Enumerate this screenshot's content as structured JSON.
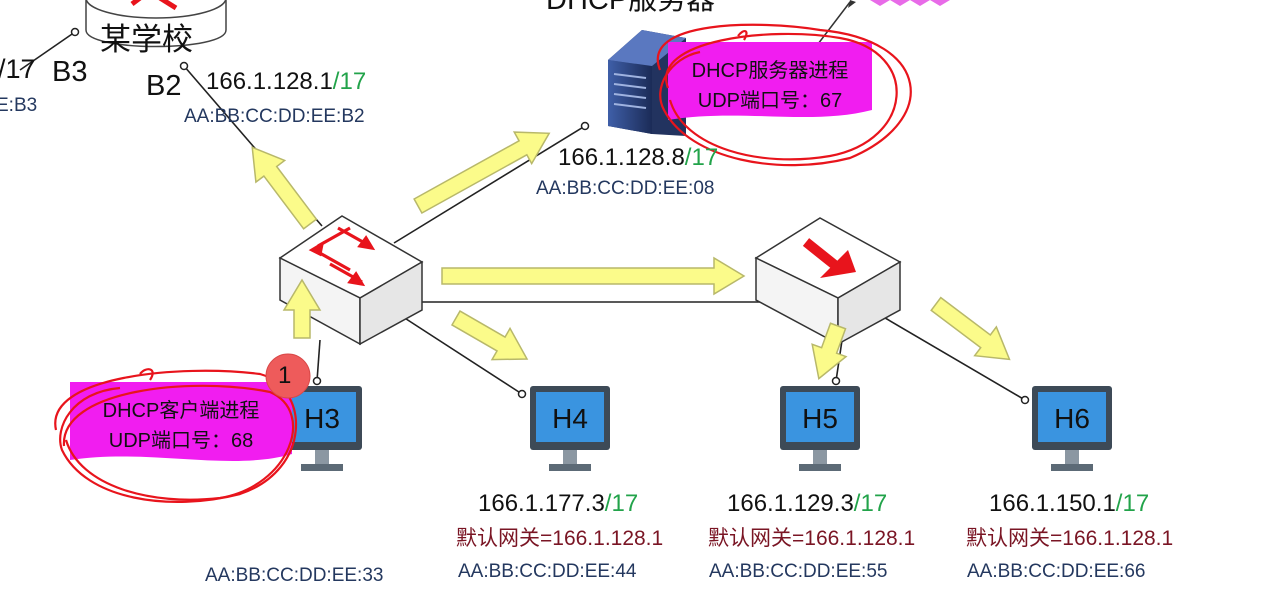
{
  "server": {
    "title": "DHCP服务器",
    "process_line1": "DHCP服务器进程",
    "process_line2": "UDP端口号：67",
    "ip": "166.1.128.8",
    "mask": "/17",
    "mac": "AA:BB:CC:DD:EE:08"
  },
  "router": {
    "name": "某学校",
    "b3_label": "B3",
    "b3_mask": "/17",
    "b3_mac": "E:B3",
    "b2_label": "B2",
    "b2_ip": "166.1.128.1",
    "b2_mask": "/17",
    "b2_mac": "AA:BB:CC:DD:EE:B2"
  },
  "client": {
    "process_line1": "DHCP客户端进程",
    "process_line2": "UDP端口号：68",
    "step_number": "1"
  },
  "hosts": [
    {
      "name": "H3",
      "mac": "AA:BB:CC:DD:EE:33"
    },
    {
      "name": "H4",
      "ip": "166.1.177.3",
      "mask": "/17",
      "gateway": "默认网关=166.1.128.1",
      "mac": "AA:BB:CC:DD:EE:44"
    },
    {
      "name": "H5",
      "ip": "166.1.129.3",
      "mask": "/17",
      "gateway": "默认网关=166.1.128.1",
      "mac": "AA:BB:CC:DD:EE:55"
    },
    {
      "name": "H6",
      "ip": "166.1.150.1",
      "mask": "/17",
      "gateway": "默认网关=166.1.128.1",
      "mac": "AA:BB:CC:DD:EE:66"
    }
  ],
  "colors": {
    "arrow_fill": "#fbfb8a",
    "arrow_stroke": "#b8b86a",
    "bubble": "#f11df0",
    "scribble": "#e8142c",
    "monitor": "#3a94e0",
    "monitor_frame": "#3d4a57",
    "mask_text": "#22a34a",
    "mac_text": "#24385f",
    "gateway_text": "#7a1524"
  }
}
